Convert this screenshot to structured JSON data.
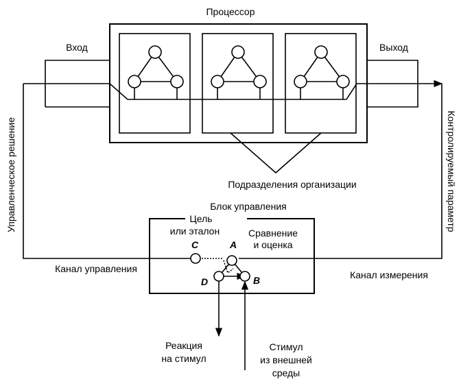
{
  "labels": {
    "processor": "Процессор",
    "input": "Вход",
    "output": "Выход",
    "units": "Подразделения организации",
    "control_block": "Блок управления",
    "goal_line1": "Цель",
    "goal_line2": "или эталон",
    "compare_line1": "Сравнение",
    "compare_line2": "и оценка",
    "channel_control": "Канал управления",
    "channel_measure": "Канал измерения",
    "reaction_line1": "Реакция",
    "reaction_line2": "на стимул",
    "stimulus_line1": "Стимул",
    "stimulus_line2": "из внешней",
    "stimulus_line3": "среды",
    "controlled_decision": "Управленческое решение",
    "controlled_param": "Контролируемый параметр",
    "node_a": "A",
    "node_b": "B",
    "node_c": "C",
    "node_d": "D"
  }
}
